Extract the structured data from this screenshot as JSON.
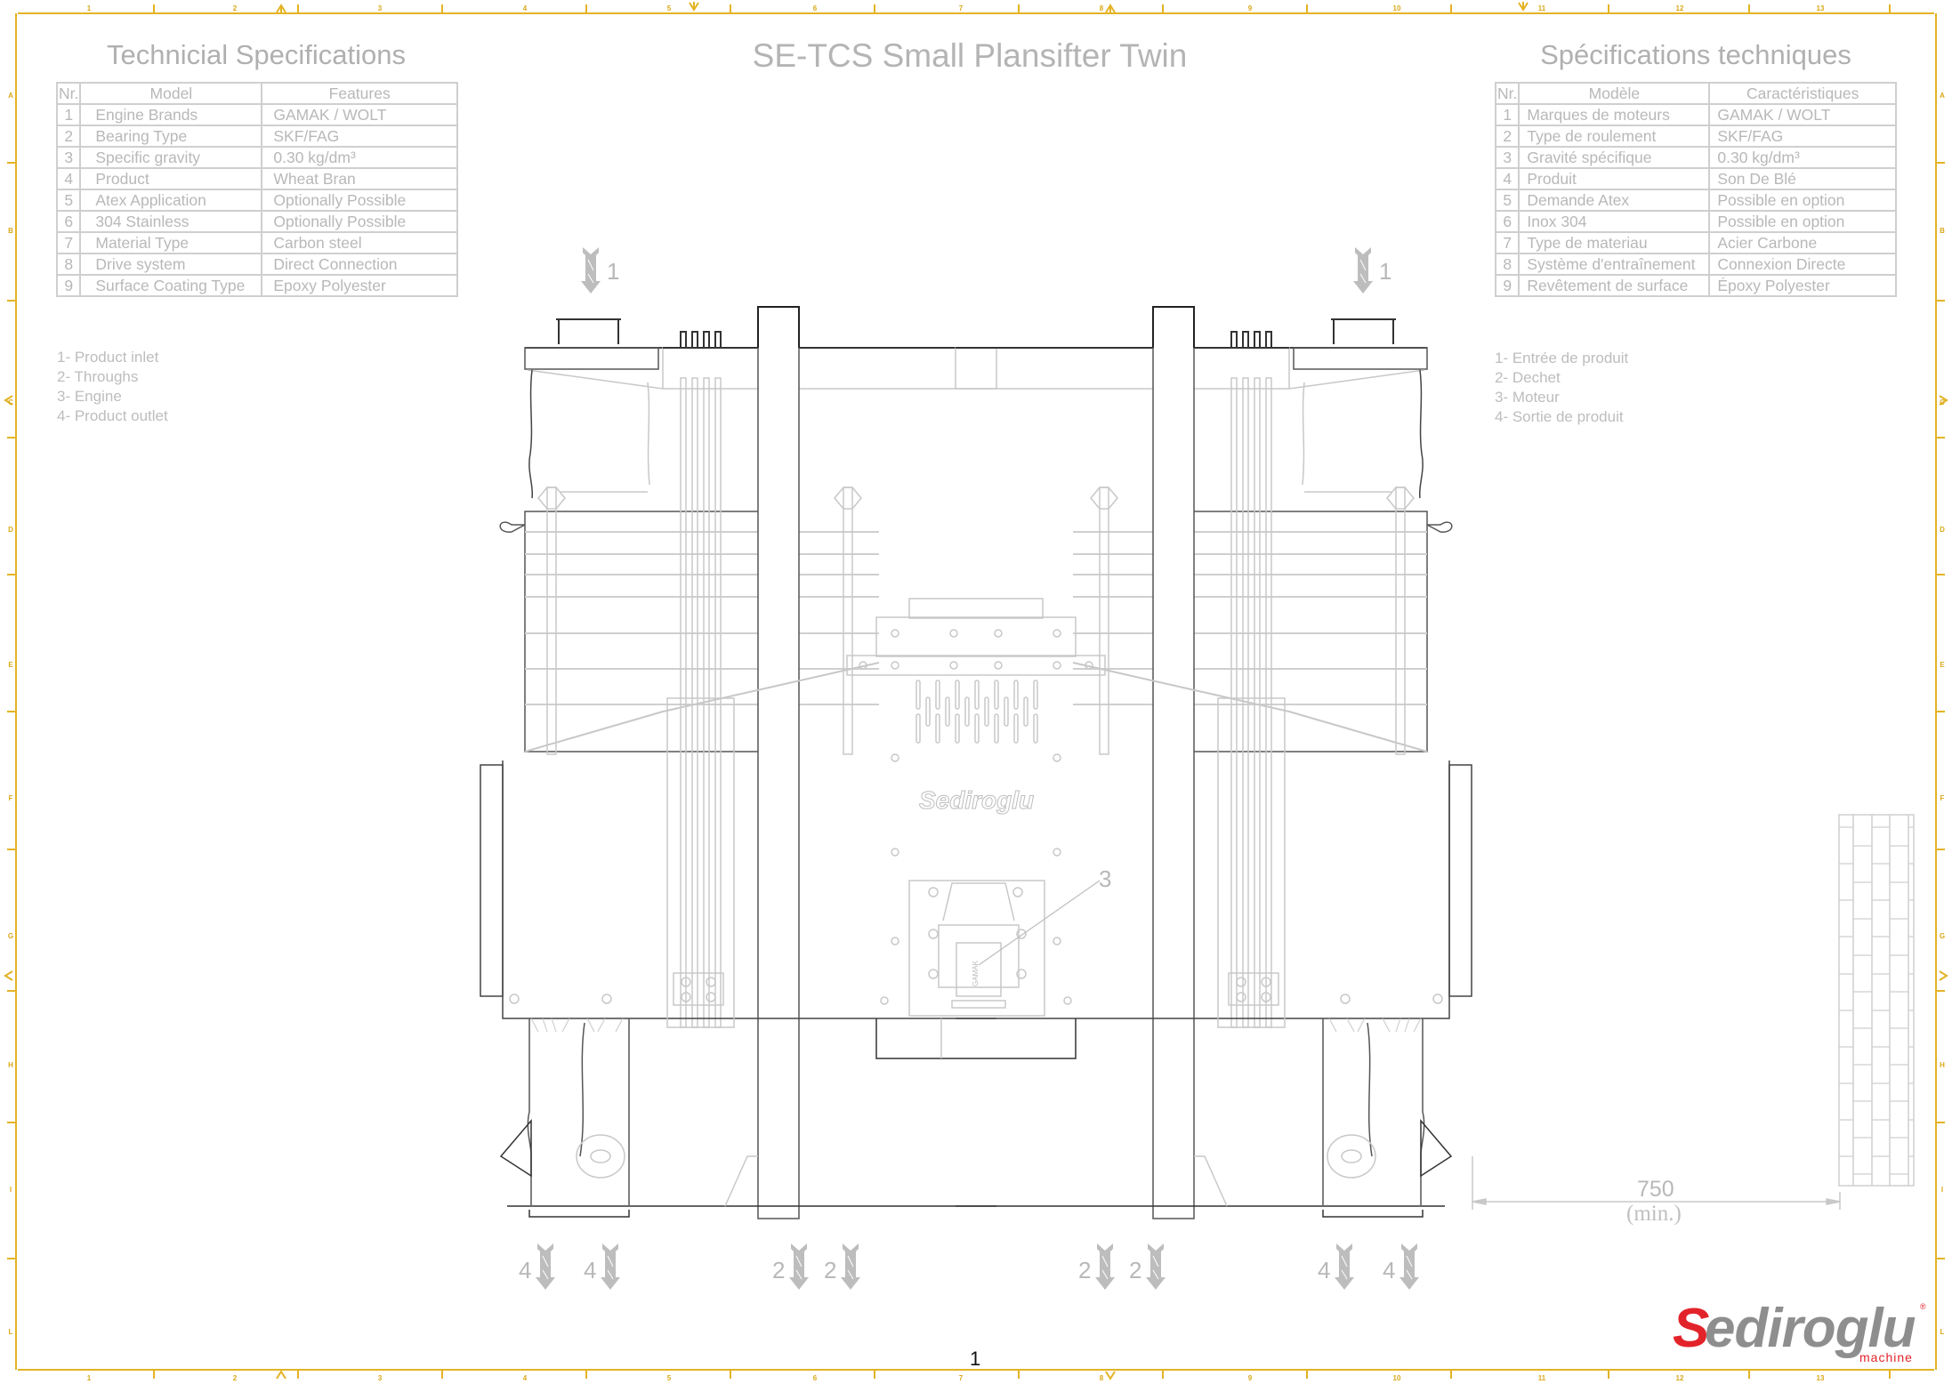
{
  "drawing": {
    "title": "SE-TCS Small Plansifter Twin",
    "page_number": "1",
    "accent_color": "#e3b324",
    "line_color": "#c8c8c8"
  },
  "frame": {
    "columns": [
      "1",
      "2",
      "3",
      "4",
      "5",
      "6",
      "7",
      "8",
      "9",
      "10",
      "11",
      "12",
      "13"
    ],
    "rows": [
      "A",
      "B",
      "C",
      "D",
      "E",
      "F",
      "G",
      "H",
      "I",
      "L"
    ]
  },
  "spec_en": {
    "title": "Technicial Specifications",
    "headers": {
      "nr": "Nr.",
      "model": "Model",
      "features": "Features"
    },
    "rows": [
      {
        "nr": "1",
        "model": "Engine Brands",
        "feature": "GAMAK / WOLT"
      },
      {
        "nr": "2",
        "model": "Bearing Type",
        "feature": "SKF/FAG"
      },
      {
        "nr": "3",
        "model": "Specific gravity",
        "feature": "0.30 kg/dm³"
      },
      {
        "nr": "4",
        "model": "Product",
        "feature": "Wheat Bran"
      },
      {
        "nr": "5",
        "model": "Atex Application",
        "feature": "Optionally Possible"
      },
      {
        "nr": "6",
        "model": "304 Stainless",
        "feature": "Optionally Possible"
      },
      {
        "nr": "7",
        "model": "Material Type",
        "feature": "Carbon steel"
      },
      {
        "nr": "8",
        "model": "Drive system",
        "feature": "Direct Connection"
      },
      {
        "nr": "9",
        "model": "Surface Coating Type",
        "feature": "Epoxy Polyester"
      }
    ]
  },
  "spec_fr": {
    "title": "Spécifications techniques",
    "headers": {
      "nr": "Nr.",
      "model": "Modèle",
      "features": "Caractéristiques"
    },
    "rows": [
      {
        "nr": "1",
        "model": "Marques de moteurs",
        "feature": "GAMAK / WOLT"
      },
      {
        "nr": "2",
        "model": "Type de roulement",
        "feature": "SKF/FAG"
      },
      {
        "nr": "3",
        "model": "Gravité spécifique",
        "feature": "0.30 kg/dm³"
      },
      {
        "nr": "4",
        "model": "Produit",
        "feature": "Son De Blé"
      },
      {
        "nr": "5",
        "model": "Demande Atex",
        "feature": "Possible en option"
      },
      {
        "nr": "6",
        "model": "Inox 304",
        "feature": "Possible en option"
      },
      {
        "nr": "7",
        "model": "Type de materiau",
        "feature": "Acier Carbone"
      },
      {
        "nr": "8",
        "model": "Système d'entraînement",
        "feature": "Connexion Directe"
      },
      {
        "nr": "9",
        "model": "Revêtement de surface",
        "feature": "Époxy Polyester"
      }
    ]
  },
  "legend_en": [
    "1- Product inlet",
    "2- Throughs",
    "3- Engine",
    "4- Product outlet"
  ],
  "legend_fr": [
    "1- Entrée de produit",
    "2- Dechet",
    "3- Moteur",
    "4- Sortie de produit"
  ],
  "callouts": {
    "inlet_left": "1",
    "inlet_right": "1",
    "engine": "3",
    "outlets": [
      "4",
      "4",
      "2",
      "2",
      "2",
      "2",
      "4",
      "4"
    ]
  },
  "machine": {
    "nameplate": "Sediroglu",
    "motor_brand": "GAMAK"
  },
  "dimension": {
    "value": "750",
    "note": "(min.)"
  },
  "logo": {
    "initial": "S",
    "rest": "ediroglu",
    "subtitle": "machine",
    "registered": "®",
    "brand_red": "#e2242a",
    "brand_gray": "#8e8e8e"
  }
}
